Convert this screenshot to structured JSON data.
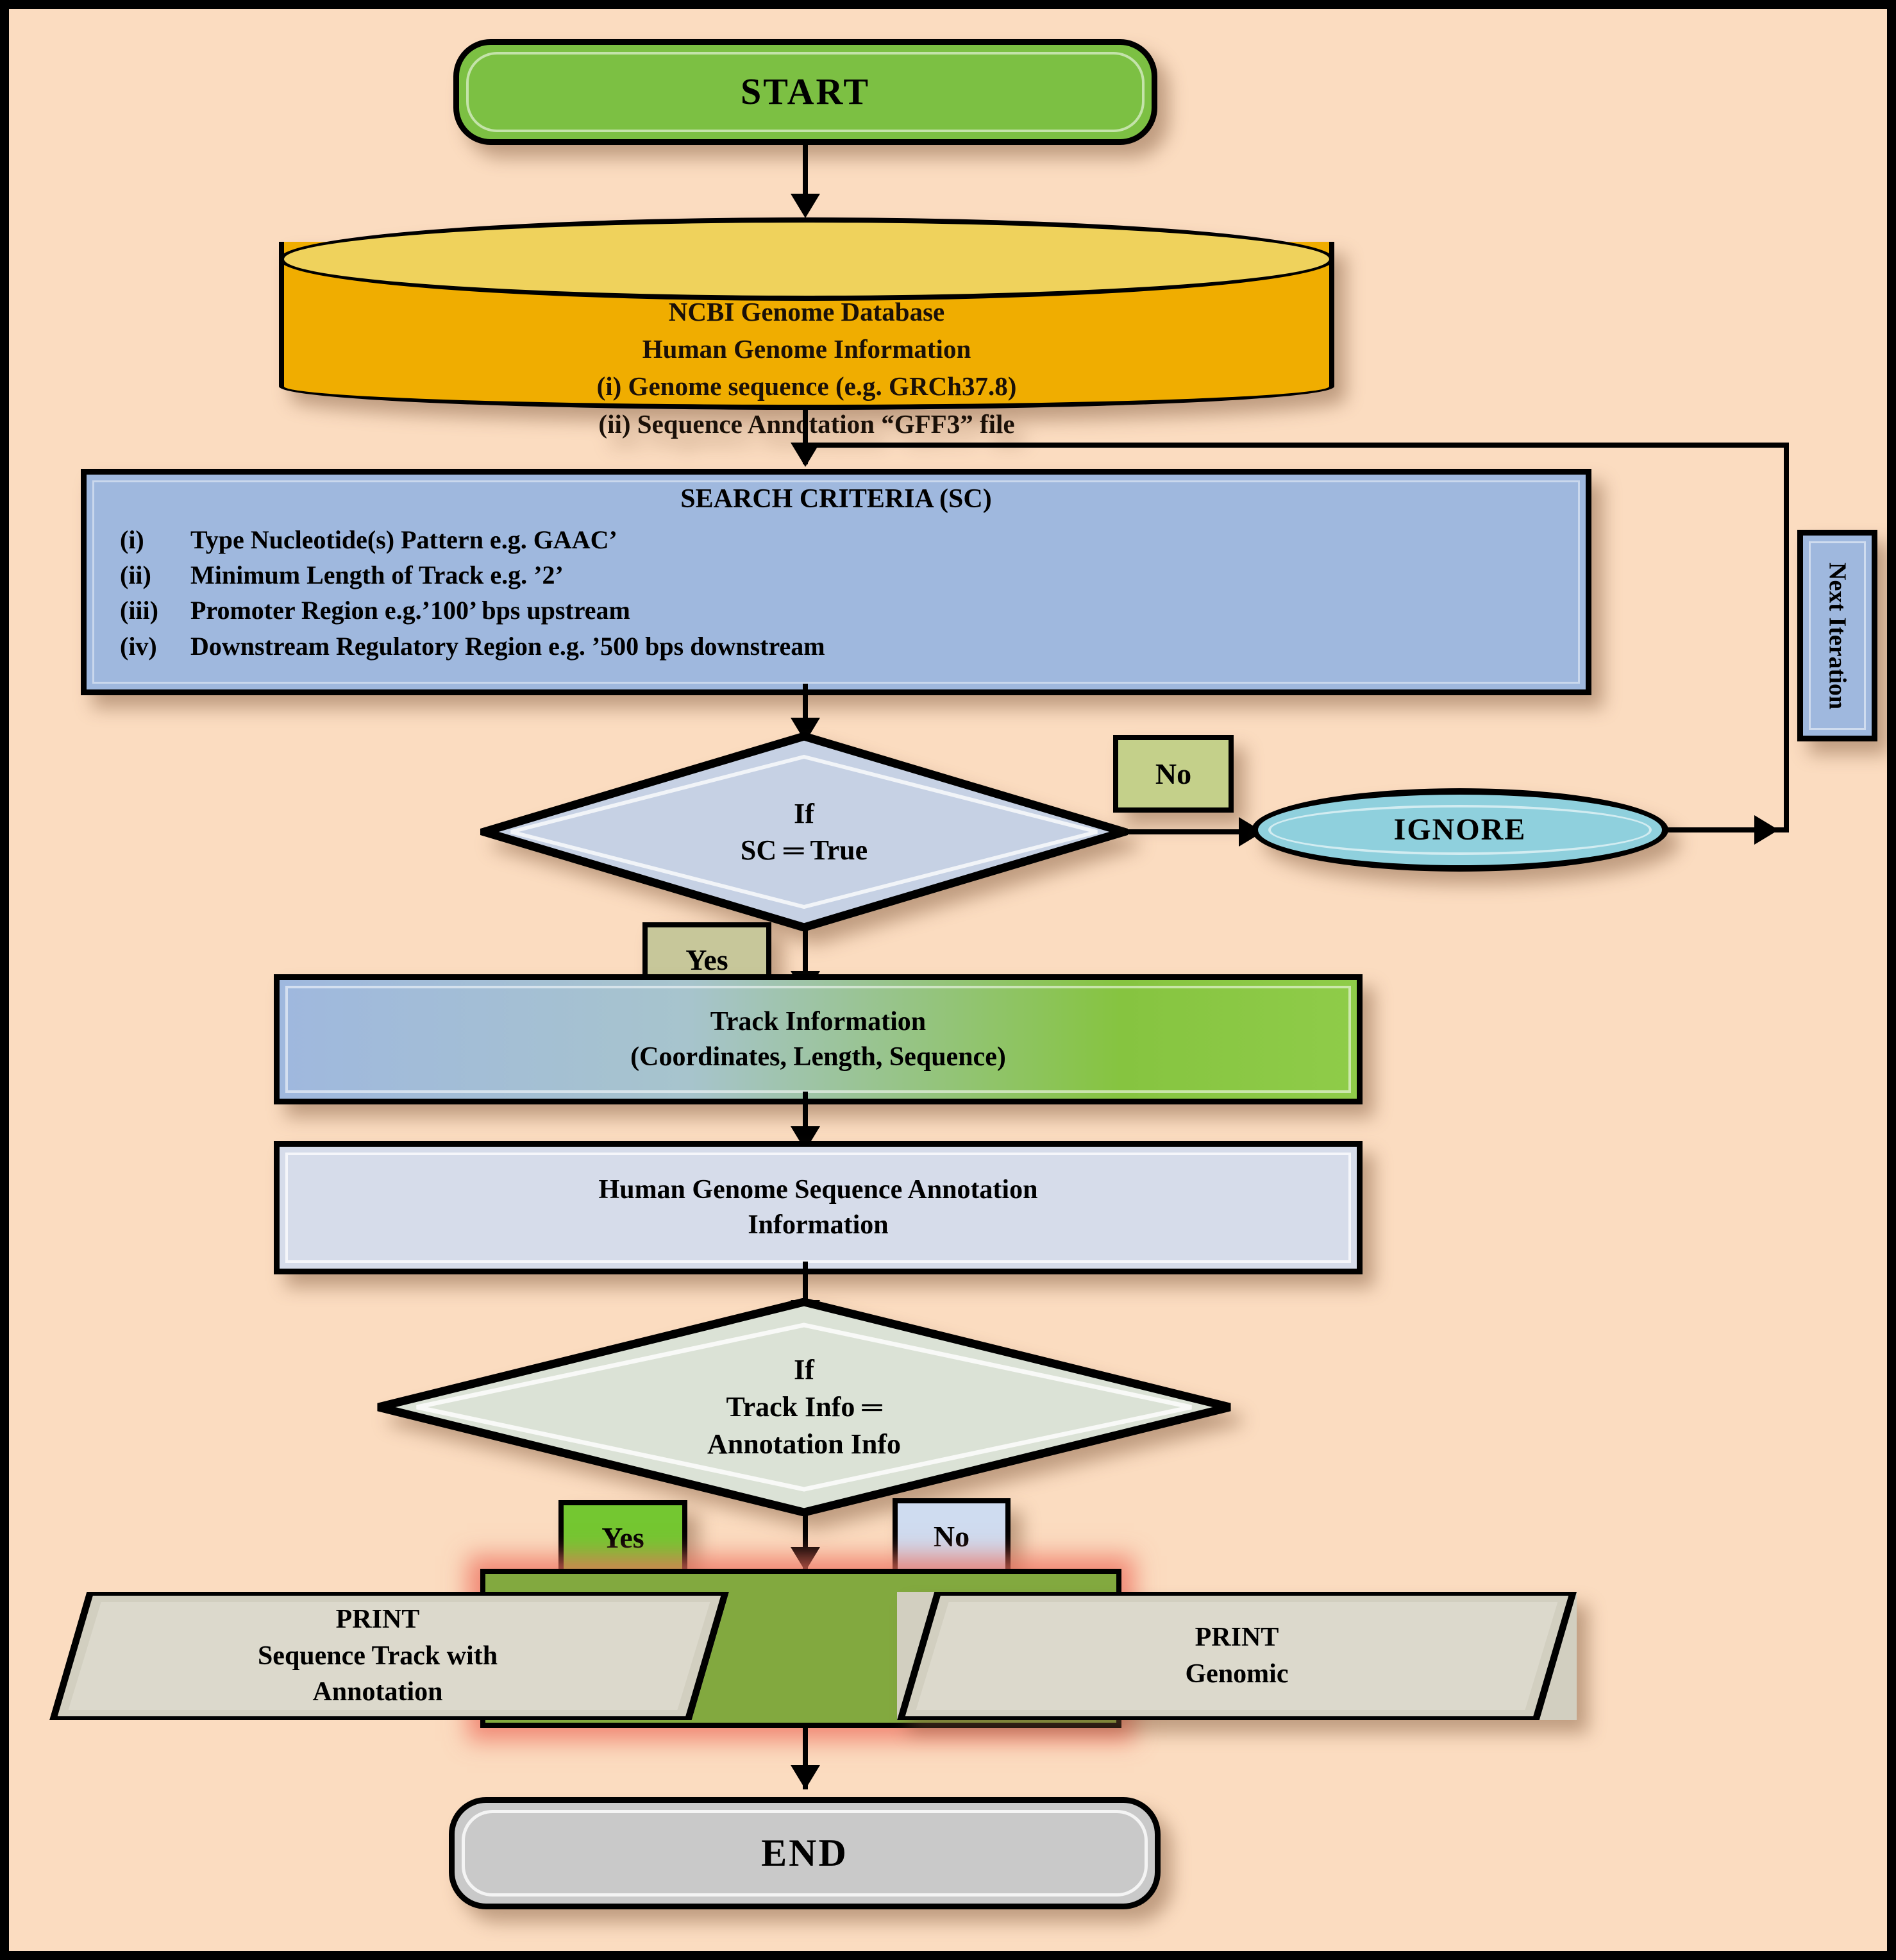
{
  "diagram": {
    "title": "Genome sequence track search workflow flowchart",
    "background_color": "#fbdcc0",
    "border_color": "#000000"
  },
  "nodes": {
    "start": {
      "label": "START",
      "shape": "terminator",
      "fill": "#7cc043"
    },
    "database": {
      "shape": "cylinder",
      "fill": "#f0ad00",
      "top_fill": "#efd25c",
      "line1": "NCBI Genome Database",
      "line2": "Human Genome Information",
      "line3": "(i) Genome sequence (e.g. GRCh37.8)",
      "line4": "(ii) Sequence Annotation “GFF3” file"
    },
    "search_criteria": {
      "shape": "rectangle",
      "fill": "#9fb8de",
      "title": "SEARCH CRITERIA (SC)",
      "items": [
        {
          "marker": "(i)",
          "text": "Type Nucleotide(s) Pattern e.g. GAAC’"
        },
        {
          "marker": "(ii)",
          "text": "Minimum Length of Track e.g. ’2’"
        },
        {
          "marker": "(iii)",
          "text": "Promoter Region  e.g.’100’ bps upstream"
        },
        {
          "marker": "(iv)",
          "text": "Downstream Regulatory Region e.g. ’500 bps downstream"
        }
      ]
    },
    "decision_sc": {
      "shape": "diamond",
      "fill": "#c6d1e4",
      "line1": "If",
      "line2": "SC ═ True"
    },
    "ignore": {
      "shape": "ellipse",
      "fill": "#8fd0dd",
      "label": "IGNORE"
    },
    "next_iteration": {
      "shape": "rectangle-vertical",
      "fill": "#9fb8de",
      "label": "Next Iteration"
    },
    "track_information": {
      "shape": "rectangle",
      "fill_start": "#9fb8de",
      "fill_end": "#86c440",
      "line1": "Track Information",
      "line2": "(Coordinates, Length, Sequence)"
    },
    "annotation_information": {
      "shape": "rectangle",
      "fill": "#d6dcea",
      "line1": "Human Genome Sequence Annotation",
      "line2": "Information"
    },
    "decision_match": {
      "shape": "diamond",
      "fill": "#dbe2d6",
      "line1": "If",
      "line2": "Track Info ═",
      "line3": "Annotation Info"
    },
    "print_backdrop": {
      "shape": "rectangle",
      "fill": "#82a93f",
      "glow": "#f08878"
    },
    "print_track": {
      "shape": "parallelogram",
      "fill": "#d2cfc0",
      "line1": "PRINT",
      "line2": "Sequence Track with",
      "line3": "Annotation"
    },
    "print_genomic": {
      "shape": "parallelogram",
      "fill": "#d2cfc0",
      "line1": "PRINT",
      "line2": "Genomic"
    },
    "end": {
      "label": "END",
      "shape": "terminator",
      "fill": "#c9c9c9"
    }
  },
  "edge_labels": {
    "sc_no": {
      "text": "No",
      "fill": "#c4d08a"
    },
    "sc_yes": {
      "text": "Yes",
      "fill": "#c7c79a"
    },
    "match_yes": {
      "text": "Yes",
      "fill": "#74c731"
    },
    "match_no": {
      "text": "No",
      "fill": "#cfdcf0"
    }
  }
}
